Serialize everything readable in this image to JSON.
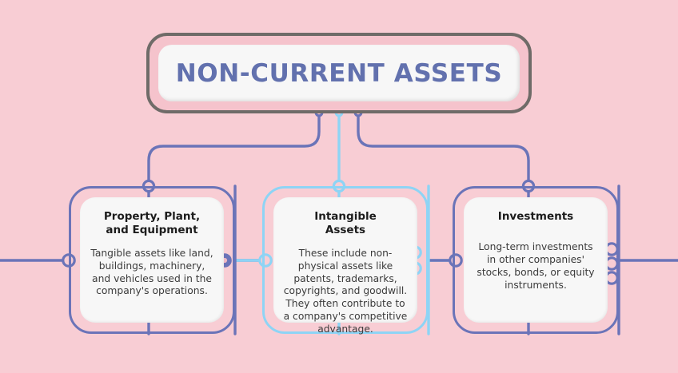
{
  "page": {
    "background_color": "#f8cdd4",
    "accent_purple": "#6b74b8",
    "accent_blue": "#8ed4f5",
    "title_text_color": "#6271ae",
    "card_face_color": "#f7f7f7"
  },
  "header": {
    "title": "NON-CURRENT ASSETS",
    "border_color": "#6f6b68"
  },
  "cards": [
    {
      "id": "property-plant-and-equipment",
      "title": "Property, Plant,\nand Equipment",
      "title_line1": "Property, Plant,",
      "title_line2": "and Equipment",
      "body": "Tangible assets like land, buildings, machinery, and vehicles used in the company's operations.",
      "accent": "#6b74b8",
      "left_nodes": 1,
      "right_nodes": 1
    },
    {
      "id": "intangible-assets",
      "title": "Intangible\nAssets",
      "title_line1": "Intangible",
      "title_line2": "Assets",
      "body": "These include non-physical assets like patents, trademarks, copyrights, and goodwill. They often contribute to a company's competitive advantage.",
      "accent": "#8ed4f5",
      "left_nodes": 1,
      "right_nodes": 2
    },
    {
      "id": "investments",
      "title": "Investments",
      "title_line1": "Investments",
      "title_line2": "",
      "body": "Long-term investments in other companies' stocks, bonds, or equity instruments.",
      "accent": "#6b74b8",
      "left_nodes": 1,
      "right_nodes": 3
    }
  ],
  "connectors": {
    "trunk_dots": [
      {
        "name": "trunk-dot-left",
        "color": "#6b74b8"
      },
      {
        "name": "trunk-dot-center",
        "color": "#8ed4f5"
      },
      {
        "name": "trunk-dot-right",
        "color": "#6b74b8"
      }
    ]
  }
}
